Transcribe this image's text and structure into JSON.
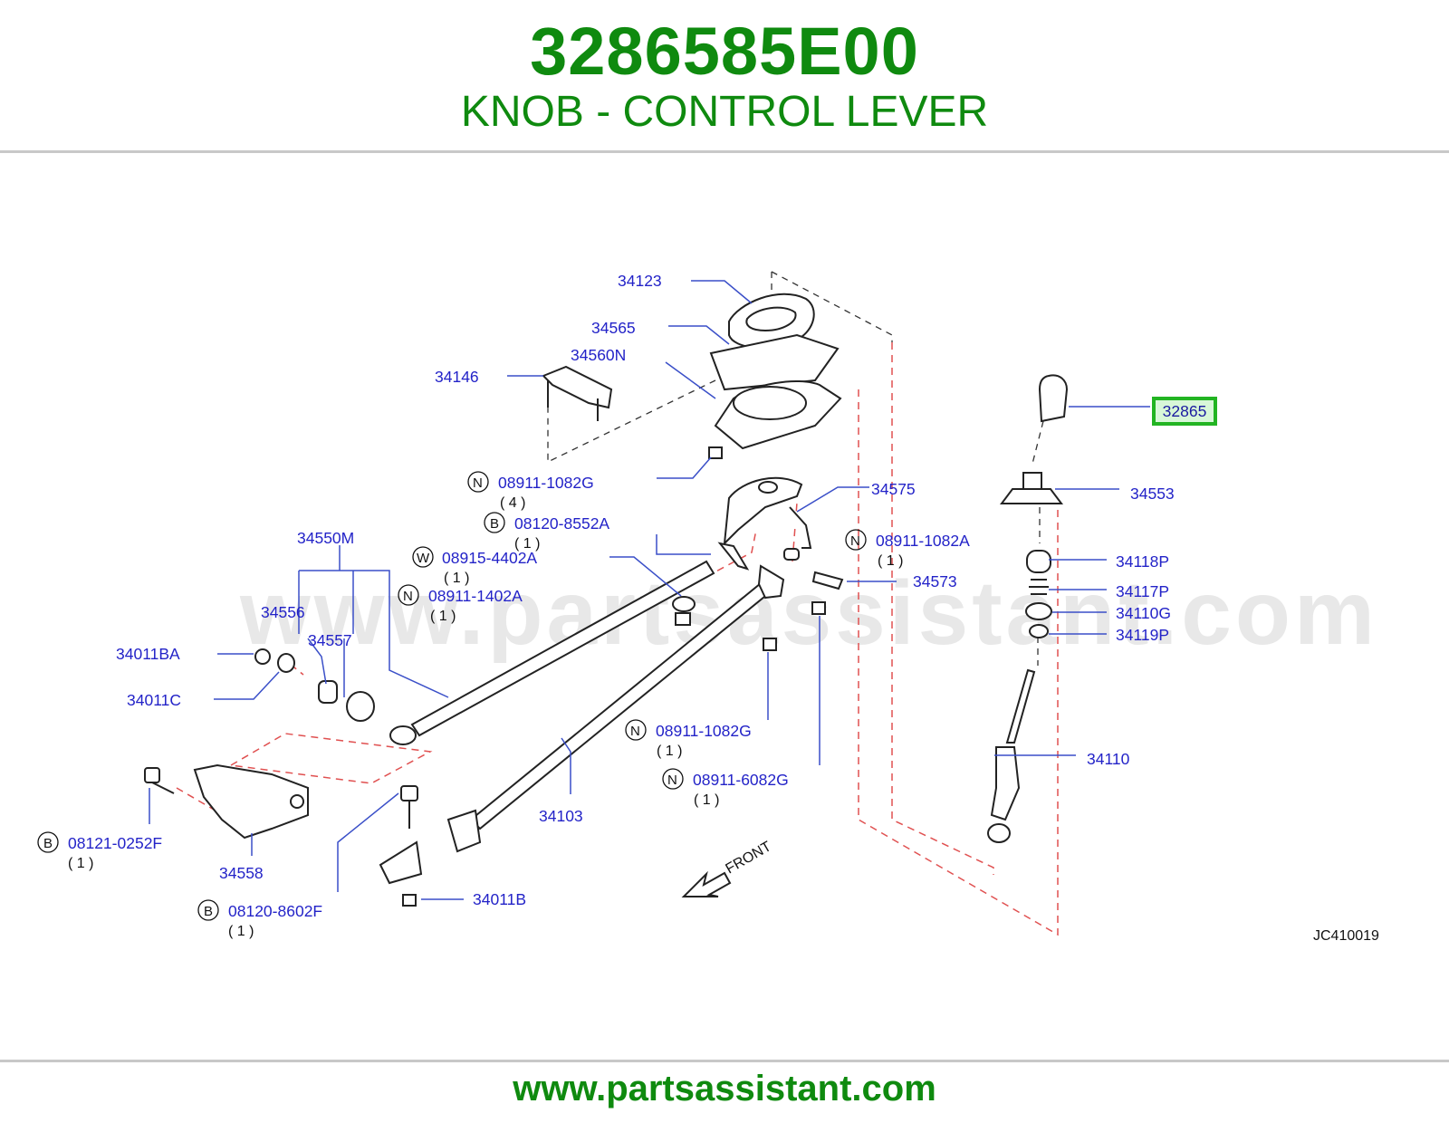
{
  "header": {
    "part_number": "3286585E00",
    "description": "KNOB - CONTROL LEVER"
  },
  "diagram": {
    "watermark": "www.partsassistant.com",
    "drawing_code": "JC410019",
    "front_label": "FRONT",
    "highlighted_part": "32865",
    "labels": [
      {
        "id": "34123",
        "text": "34123"
      },
      {
        "id": "34565",
        "text": "34565"
      },
      {
        "id": "34560N",
        "text": "34560N"
      },
      {
        "id": "34146",
        "text": "34146"
      },
      {
        "id": "34575",
        "text": "34575"
      },
      {
        "id": "34553",
        "text": "34553"
      },
      {
        "id": "34118P",
        "text": "34118P"
      },
      {
        "id": "34117P",
        "text": "34117P"
      },
      {
        "id": "34110G",
        "text": "34110G"
      },
      {
        "id": "34119P",
        "text": "34119P"
      },
      {
        "id": "34110",
        "text": "34110"
      },
      {
        "id": "34573",
        "text": "34573"
      },
      {
        "id": "34550M",
        "text": "34550M"
      },
      {
        "id": "34556",
        "text": "34556"
      },
      {
        "id": "34557",
        "text": "34557"
      },
      {
        "id": "34011BA",
        "text": "34011BA"
      },
      {
        "id": "34011C",
        "text": "34011C"
      },
      {
        "id": "34103",
        "text": "34103"
      },
      {
        "id": "34558",
        "text": "34558"
      },
      {
        "id": "34011B",
        "text": "34011B"
      }
    ],
    "fasteners": [
      {
        "prefix": "N",
        "code": "08911-1082G",
        "qty": "( 4 )"
      },
      {
        "prefix": "B",
        "code": "08120-8552A",
        "qty": "( 1 )"
      },
      {
        "prefix": "W",
        "code": "08915-4402A",
        "qty": "( 1 )"
      },
      {
        "prefix": "N",
        "code": "08911-1402A",
        "qty": "( 1 )"
      },
      {
        "prefix": "N",
        "code": "08911-1082A",
        "qty": "( 1 )"
      },
      {
        "prefix": "N",
        "code": "08911-1082G",
        "qty": "( 1 )"
      },
      {
        "prefix": "N",
        "code": "08911-6082G",
        "qty": "( 1 )"
      },
      {
        "prefix": "B",
        "code": "08121-0252F",
        "qty": "( 1 )"
      },
      {
        "prefix": "B",
        "code": "08120-8602F",
        "qty": "( 1 )"
      }
    ]
  },
  "footer": {
    "url": "www.partsassistant.com"
  }
}
